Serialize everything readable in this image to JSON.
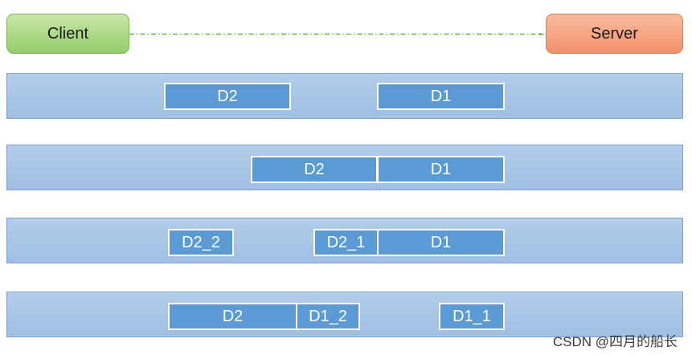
{
  "nodes": {
    "client": "Client",
    "server": "Server"
  },
  "colors": {
    "lane": "#9fbfe3",
    "packet": "#5b9bd5",
    "link": "#70ad47"
  },
  "lanes": [
    {
      "packets": [
        "D2",
        "D1"
      ]
    },
    {
      "packets": [
        "D2",
        "D1"
      ]
    },
    {
      "packets": [
        "D2_2",
        "D2_1",
        "D1"
      ]
    },
    {
      "packets": [
        "D2",
        "D1_2",
        "D1_1"
      ]
    }
  ],
  "watermark": "CSDN @四月的船长"
}
